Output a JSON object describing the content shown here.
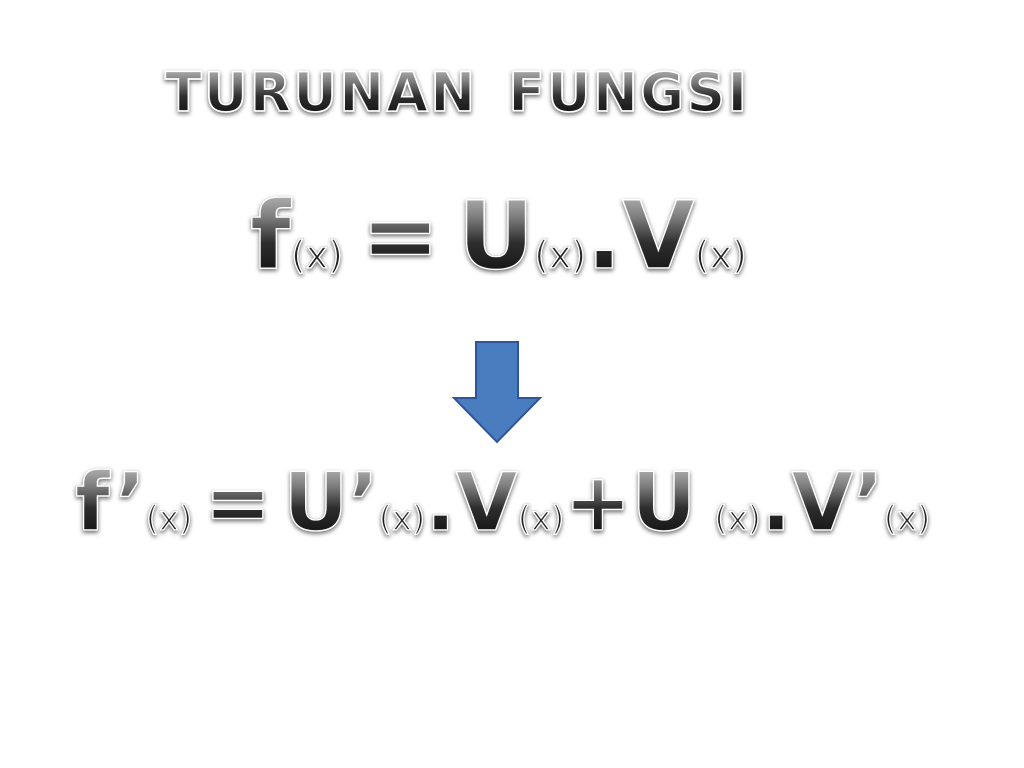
{
  "slide": {
    "title": "TURUNAN  FUNGSI",
    "formula": {
      "f": "f",
      "x1": "(x)",
      "eq": "=",
      "u": "U",
      "x2": "(x)",
      "dot": ".",
      "v": "V",
      "x3": "(x)"
    },
    "arrow": {
      "icon": "arrow-down-icon",
      "fill_color": "#4a7cc0",
      "stroke_color": "#2f5597"
    },
    "derivative": {
      "f": "f’",
      "x1": "(x)",
      "eq": "=",
      "u1": "U’",
      "x2": "(x)",
      "dot1": ".",
      "v1": "V",
      "x3": "(x)",
      "plus": "+",
      "u2": "U",
      "x4": "(x)",
      "dot2": ".",
      "v2": "V’",
      "x5": "(x)"
    }
  }
}
